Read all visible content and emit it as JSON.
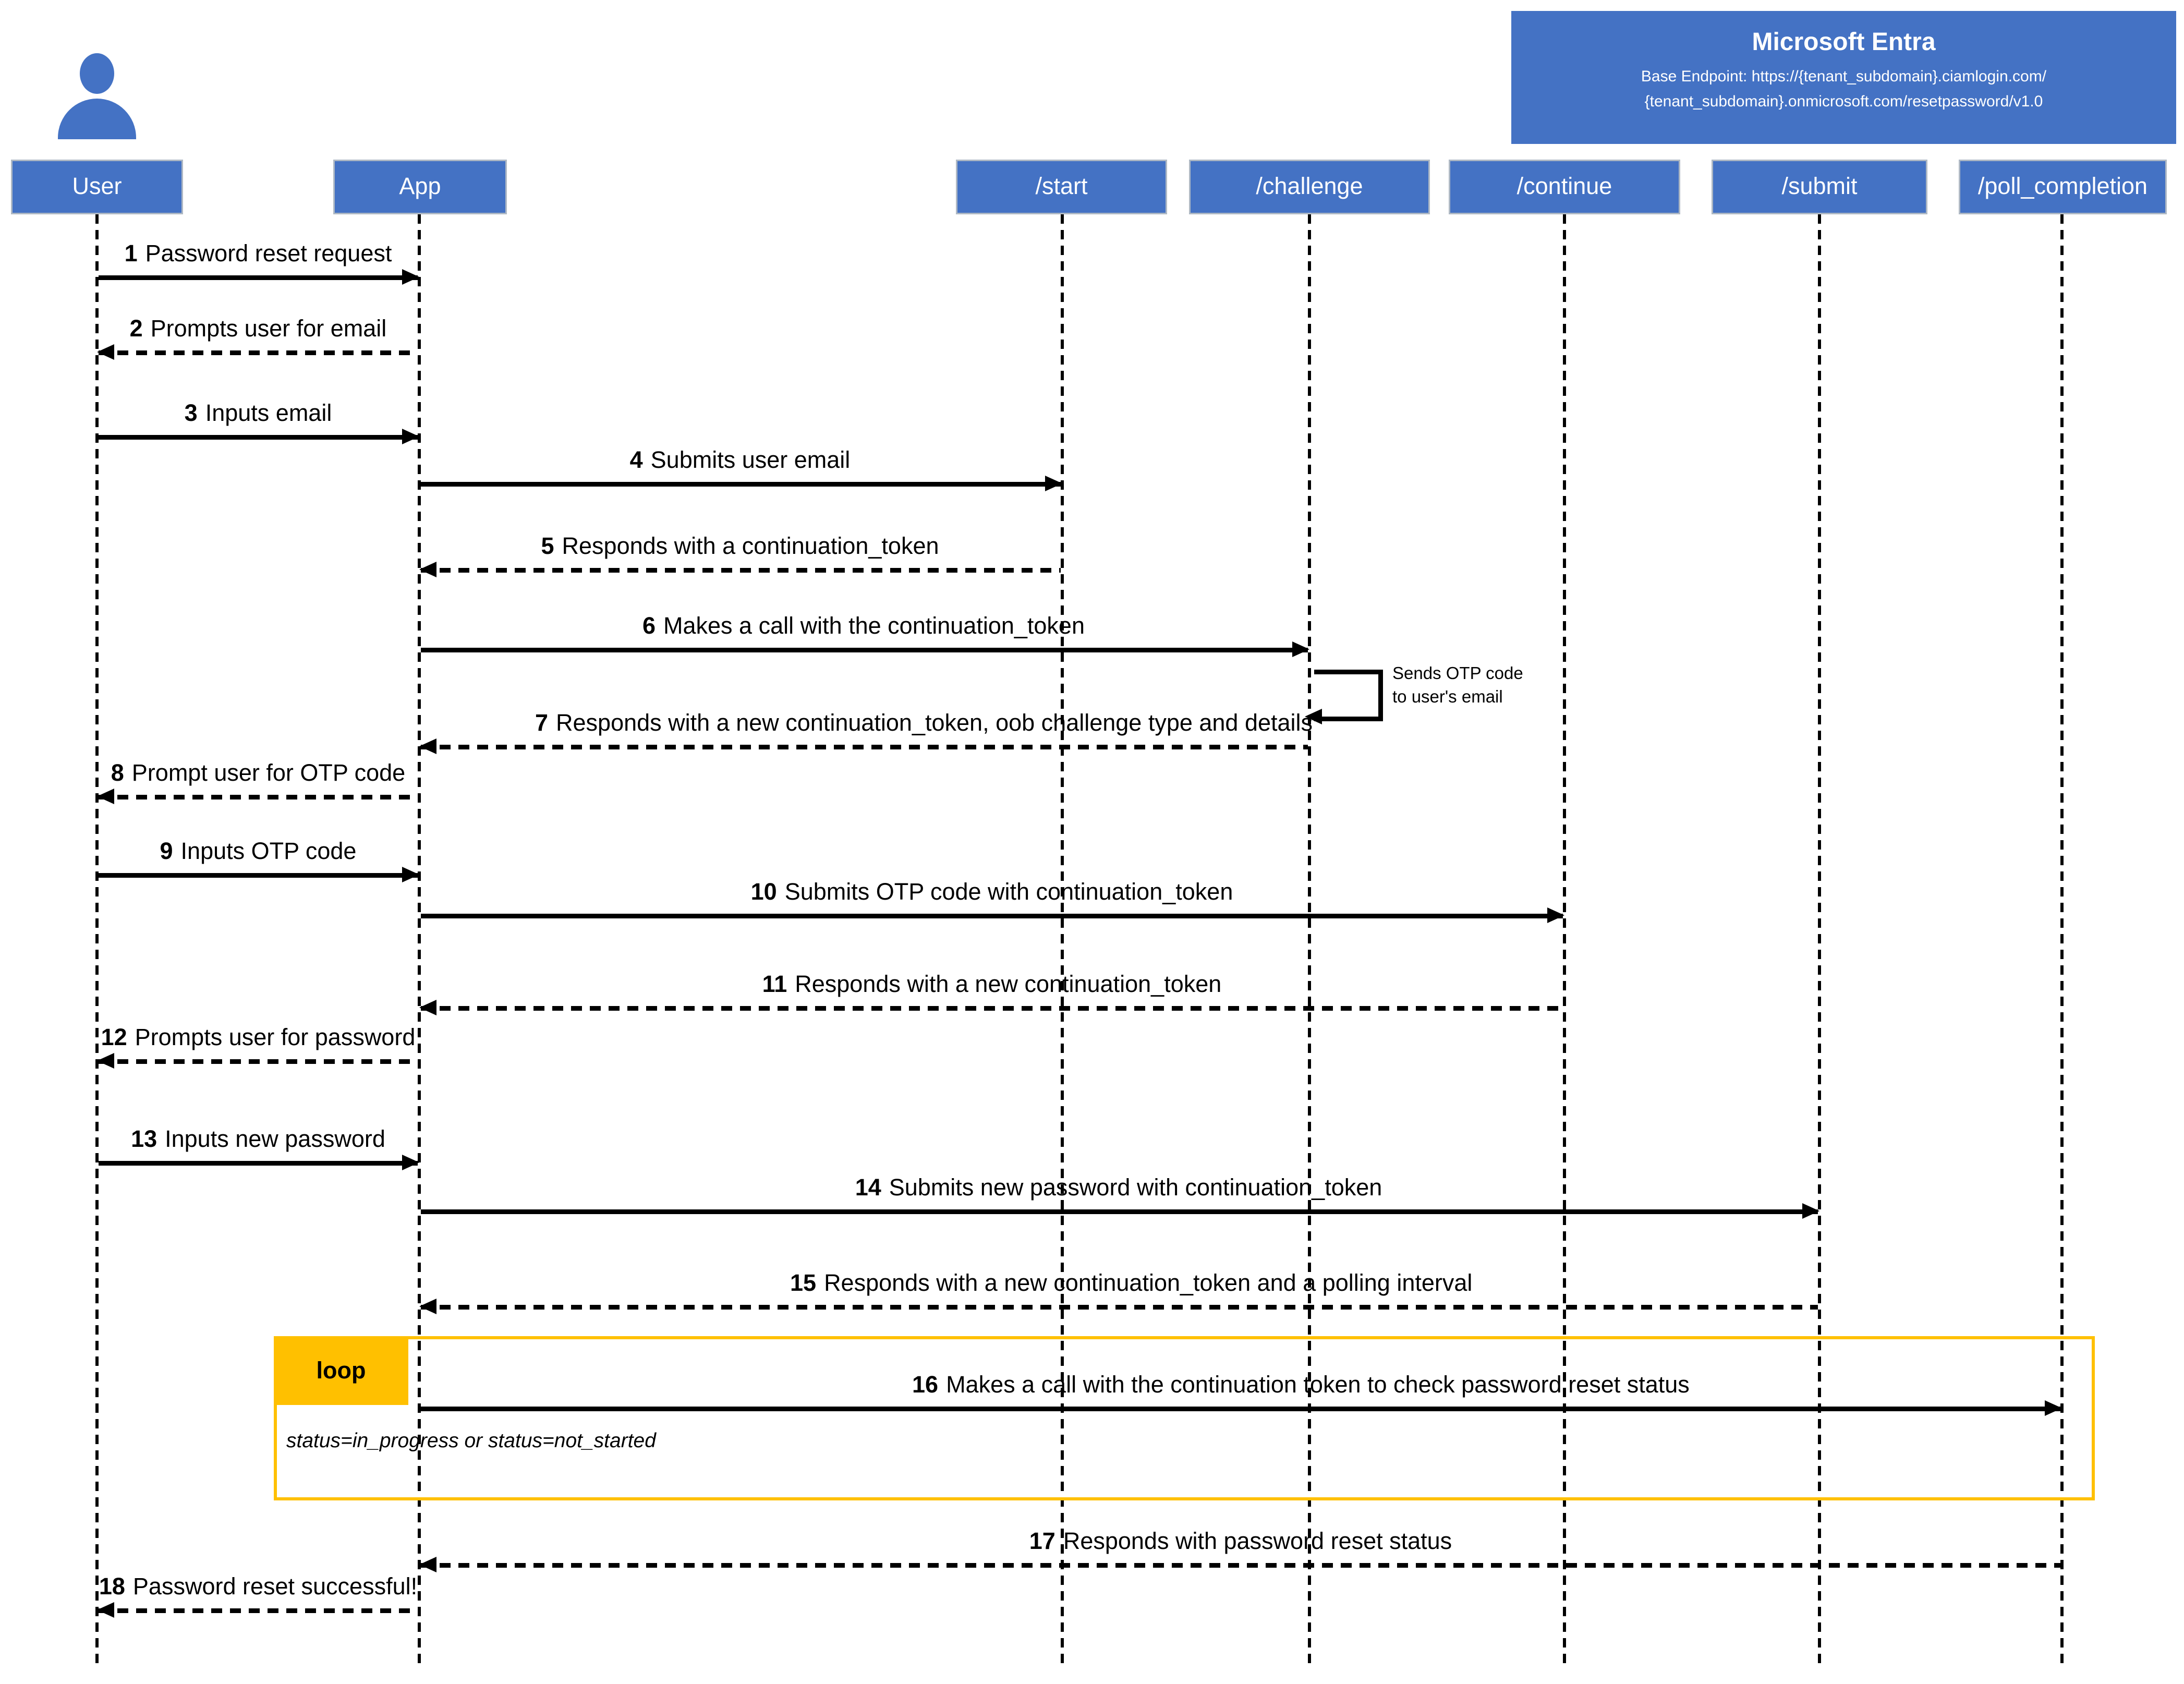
{
  "entra": {
    "title": "Microsoft Entra",
    "subtitle_line1": "Base Endpoint: https://{tenant_subdomain}.ciamlogin.com/",
    "subtitle_line2": "{tenant_subdomain}.onmicrosoft.com/resetpassword/v1.0"
  },
  "actors": [
    {
      "id": "user",
      "label": "User"
    },
    {
      "id": "app",
      "label": "App"
    },
    {
      "id": "start",
      "label": "/start"
    },
    {
      "id": "challenge",
      "label": "/challenge"
    },
    {
      "id": "continue",
      "label": "/continue"
    },
    {
      "id": "submit",
      "label": "/submit"
    },
    {
      "id": "poll_completion",
      "label": "/poll_completion"
    }
  ],
  "messages": [
    {
      "num": "1",
      "text": "Password reset request",
      "from": "User",
      "to": "App",
      "style": "solid"
    },
    {
      "num": "2",
      "text": "Prompts user for email",
      "from": "App",
      "to": "User",
      "style": "dashed"
    },
    {
      "num": "3",
      "text": "Inputs email",
      "from": "User",
      "to": "App",
      "style": "solid"
    },
    {
      "num": "4",
      "text": "Submits user email",
      "from": "App",
      "to": "/start",
      "style": "solid"
    },
    {
      "num": "5",
      "text": "Responds with a continuation_token",
      "from": "/start",
      "to": "App",
      "style": "dashed"
    },
    {
      "num": "6",
      "text": "Makes a call with the continuation_token",
      "from": "App",
      "to": "/challenge",
      "style": "solid"
    },
    {
      "num": "7",
      "text": "Responds with a new continuation_token, oob challenge type and details",
      "from": "/challenge",
      "to": "App",
      "style": "dashed"
    },
    {
      "num": "8",
      "text": "Prompt user for OTP code",
      "from": "App",
      "to": "User",
      "style": "dashed"
    },
    {
      "num": "9",
      "text": "Inputs OTP code",
      "from": "User",
      "to": "App",
      "style": "solid"
    },
    {
      "num": "10",
      "text": "Submits OTP code with continuation_token",
      "from": "App",
      "to": "/continue",
      "style": "solid"
    },
    {
      "num": "11",
      "text": "Responds with a new continuation_token",
      "from": "/continue",
      "to": "App",
      "style": "dashed"
    },
    {
      "num": "12",
      "text": "Prompts user for password",
      "from": "App",
      "to": "User",
      "style": "dashed"
    },
    {
      "num": "13",
      "text": "Inputs new password",
      "from": "User",
      "to": "App",
      "style": "solid"
    },
    {
      "num": "14",
      "text": "Submits new password with continuation_token",
      "from": "App",
      "to": "/submit",
      "style": "solid"
    },
    {
      "num": "15",
      "text": "Responds with a new continuation_token and a polling interval",
      "from": "/submit",
      "to": "App",
      "style": "dashed"
    },
    {
      "num": "16",
      "text": "Makes a call with the continuation token to check password reset status",
      "from": "App",
      "to": "/poll_completion",
      "style": "solid"
    },
    {
      "num": "17",
      "text": "Responds with password reset status",
      "from": "/poll_completion",
      "to": "App",
      "style": "dashed"
    },
    {
      "num": "18",
      "text": "Password reset successful!",
      "from": "App",
      "to": "User",
      "style": "dashed"
    }
  ],
  "self_note": {
    "line1": "Sends OTP code",
    "line2": "to user's email"
  },
  "loop": {
    "label": "loop",
    "condition": "status=in_progress or status=not_started"
  },
  "colors": {
    "actor_blue": "#4472C4",
    "loop_yellow": "#FFC000",
    "line_black": "#000000"
  }
}
